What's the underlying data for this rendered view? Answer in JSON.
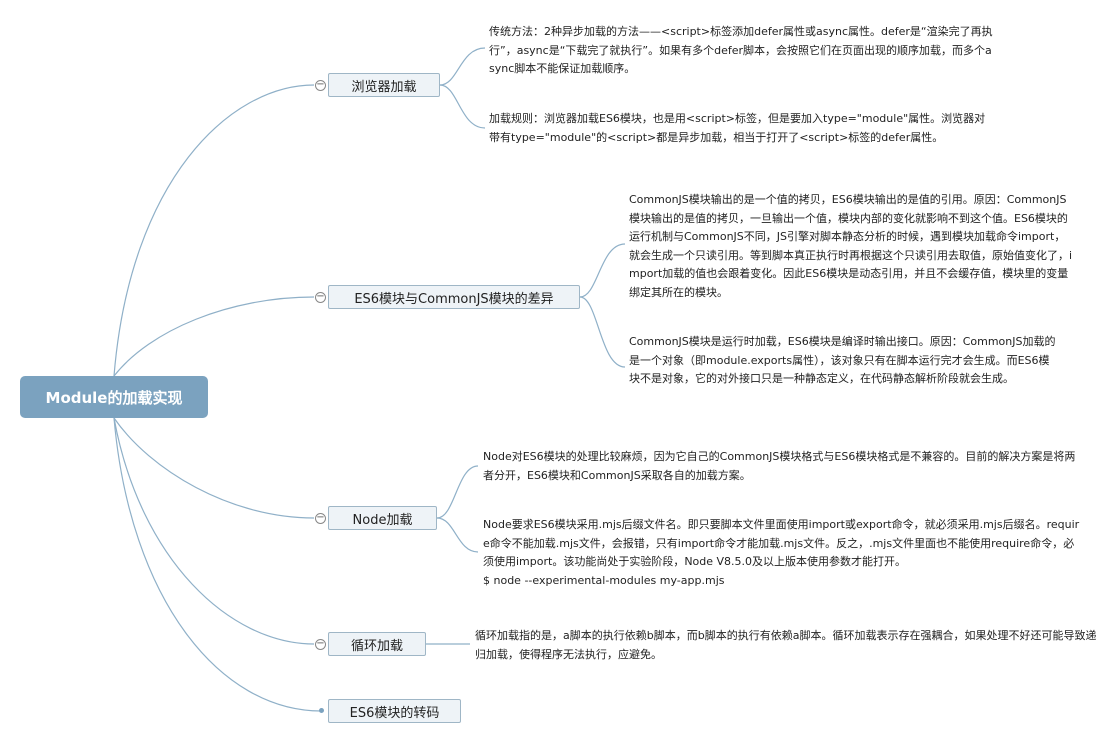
{
  "root": {
    "label": "Module的加载实现"
  },
  "topics": {
    "browser": {
      "label": "浏览器加载",
      "notes": [
        "传统方法：2种异步加载的方法——<script>标签添加defer属性或async属性。defer是“渲染完了再执行”，async是“下载完了就执行”。如果有多个defer脚本，会按照它们在页面出现的顺序加载，而多个async脚本不能保证加载顺序。",
        "加载规则：浏览器加载ES6模块，也是用<script>标签，但是要加入type=\"module\"属性。浏览器对带有type=\"module\"的<script>都是异步加载，相当于打开了<script>标签的defer属性。"
      ]
    },
    "diff": {
      "label": "ES6模块与CommonJS模块的差异",
      "notes": [
        "CommonJS模块输出的是一个值的拷贝，ES6模块输出的是值的引用。原因：CommonJS模块输出的是值的拷贝，一旦输出一个值，模块内部的变化就影响不到这个值。ES6模块的运行机制与CommonJS不同，JS引擎对脚本静态分析的时候，遇到模块加载命令import，就会生成一个只读引用。等到脚本真正执行时再根据这个只读引用去取值，原始值变化了，import加载的值也会跟着变化。因此ES6模块是动态引用，并且不会缓存值，模块里的变量绑定其所在的模块。",
        "CommonJS模块是运行时加载，ES6模块是编译时输出接口。原因：CommonJS加载的是一个对象（即module.exports属性），该对象只有在脚本运行完才会生成。而ES6模块不是对象，它的对外接口只是一种静态定义，在代码静态解析阶段就会生成。"
      ]
    },
    "node": {
      "label": "Node加载",
      "notes": [
        "Node对ES6模块的处理比较麻烦，因为它自己的CommonJS模块格式与ES6模块格式是不兼容的。目前的解决方案是将两者分开，ES6模块和CommonJS采取各自的加载方案。",
        "Node要求ES6模块采用.mjs后缀文件名。即只要脚本文件里面使用import或export命令，就必须采用.mjs后缀名。require命令不能加载.mjs文件，会报错，只有import命令才能加载.mjs文件。反之，.mjs文件里面也不能使用require命令，必须使用import。该功能尚处于实验阶段，Node V8.5.0及以上版本使用参数才能打开。\n$ node --experimental-modules my-app.mjs"
      ]
    },
    "cycle": {
      "label": "循环加载",
      "notes": [
        "循环加载指的是，a脚本的执行依赖b脚本，而b脚本的执行有依赖a脚本。循环加载表示存在强耦合，如果处理不好还可能导致递归加载，使得程序无法执行，应避免。"
      ]
    },
    "transpile": {
      "label": "ES6模块的转码"
    }
  },
  "colors": {
    "root": "#7ba2bf",
    "line": "#8fb0c8",
    "topic_bg": "#eef3f7",
    "topic_border": "#9fb6c6"
  },
  "icons": {
    "collapse": "minus-circle-icon"
  }
}
